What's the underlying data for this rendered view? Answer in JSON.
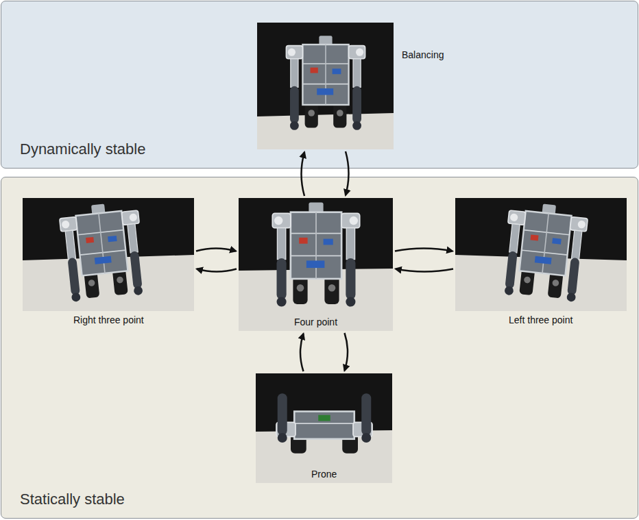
{
  "diagram": {
    "nodes": [
      {
        "text": [
          "Dynamically stable"
        ]
      },
      {
        "text": [
          "Balancing"
        ],
        "in": 0
      },
      {
        "text": [
          "Statically stable"
        ]
      },
      {
        "text": [
          "Right three point"
        ],
        "in": 2
      },
      {
        "text": [
          "Four point"
        ],
        "in": 2
      },
      {
        "text": [
          "Left three point"
        ],
        "in": 2
      },
      {
        "text": [
          "Prone"
        ],
        "in": 2
      }
    ],
    "edges": [
      {
        "from": 4,
        "to": 1,
        "arrow": "to"
      },
      {
        "from": 1,
        "to": 4,
        "arrow": "to"
      },
      {
        "from": 3,
        "to": 4,
        "arrow": "to"
      },
      {
        "from": 4,
        "to": 3,
        "arrow": "to"
      },
      {
        "from": 4,
        "to": 5,
        "arrow": "to"
      },
      {
        "from": 5,
        "to": 4,
        "arrow": "to"
      },
      {
        "from": 6,
        "to": 4,
        "arrow": "to"
      },
      {
        "from": 4,
        "to": 6,
        "arrow": "to"
      }
    ]
  }
}
